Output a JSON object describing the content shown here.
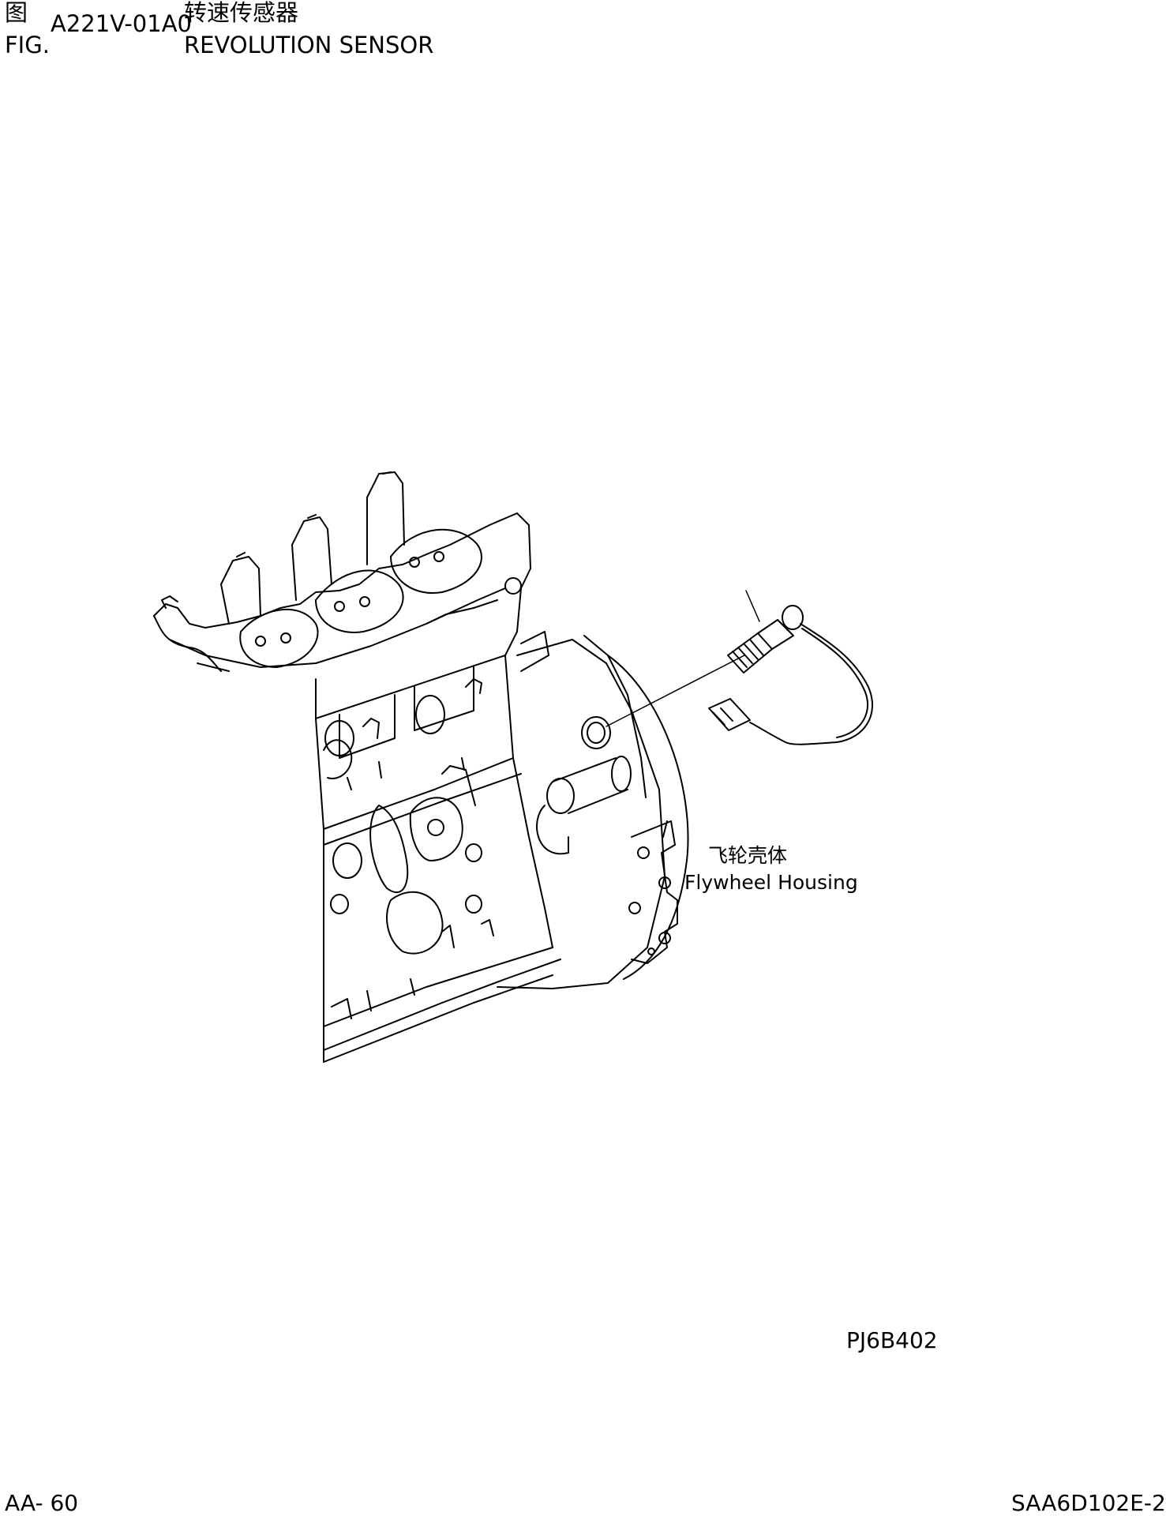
{
  "header": {
    "fig_cn": "图",
    "fig_en": "FIG.",
    "fig_number": "A221V-01A0",
    "title_cn": "转速传感器",
    "title_en": "REVOLUTION SENSOR"
  },
  "callouts": {
    "housing_cn": "飞轮壳体",
    "housing_en": "Flywheel Housing"
  },
  "illustration_code": "PJ6B402",
  "footer": {
    "page_number": "AA- 60",
    "document_code": "SAA6D102E-2"
  }
}
